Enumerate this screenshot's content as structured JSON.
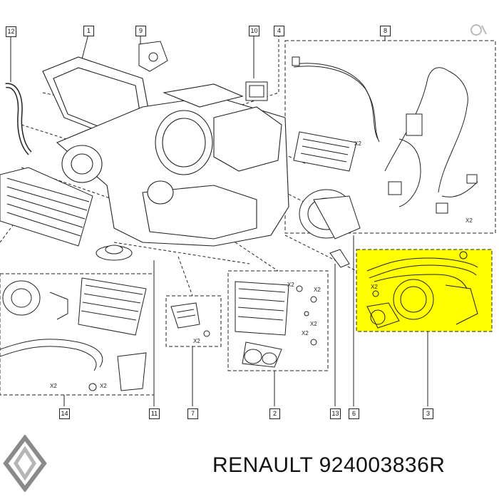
{
  "parts": {
    "p12": "12",
    "p1": "1",
    "p9": "9",
    "p10": "10",
    "p4": "4",
    "p8": "8",
    "p14": "14",
    "p11": "11",
    "p7": "7",
    "p2": "2",
    "p13": "13",
    "p6": "6",
    "p3": "3"
  },
  "qty": "X2",
  "caption": "RENAULT 924003836R",
  "colors": {
    "highlight": "#ffff00",
    "line": "#222222"
  }
}
